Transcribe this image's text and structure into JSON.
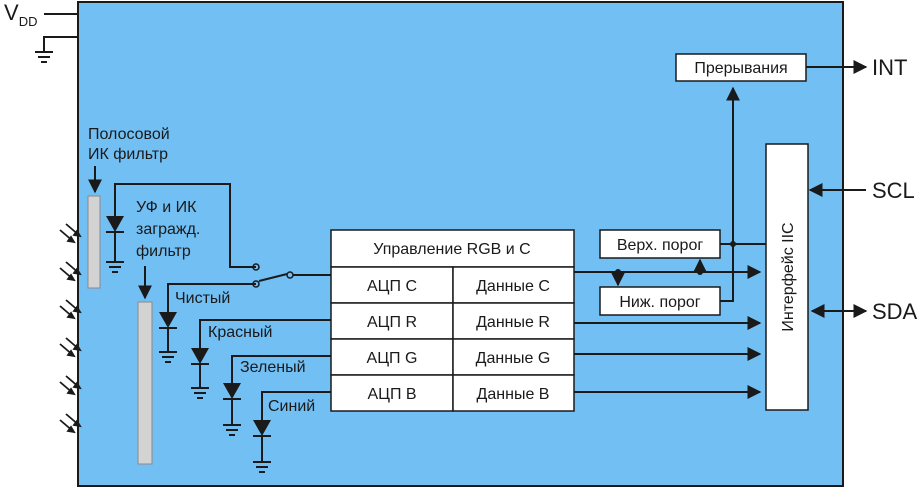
{
  "supply": {
    "vdd_main": "V",
    "vdd_sub": "DD"
  },
  "filters": {
    "ir_bandpass": [
      "Полосовой",
      "ИК фильтр"
    ],
    "uv_ir_block": [
      "УФ и ИК",
      "загражд.",
      "фильтр"
    ]
  },
  "photodiodes": {
    "clear": "Чистый",
    "red": "Красный",
    "green": "Зеленый",
    "blue": "Синий"
  },
  "rgb_block": {
    "title": "Управление RGB и C",
    "rows": [
      {
        "adc": "АЦП C",
        "data": "Данные C"
      },
      {
        "adc": "АЦП R",
        "data": "Данные R"
      },
      {
        "adc": "АЦП G",
        "data": "Данные G"
      },
      {
        "adc": "АЦП B",
        "data": "Данные B"
      }
    ]
  },
  "thresholds": {
    "upper": "Верх. порог",
    "lower": "Ниж. порог"
  },
  "interrupts": "Прерывания",
  "iic": "Интерфейс IIC",
  "pins": {
    "int": "INT",
    "scl": "SCL",
    "sda": "SDA"
  },
  "colors": {
    "chip": "#72bff4",
    "filter": "#d3d3d3",
    "ink": "#1a1a1a"
  }
}
